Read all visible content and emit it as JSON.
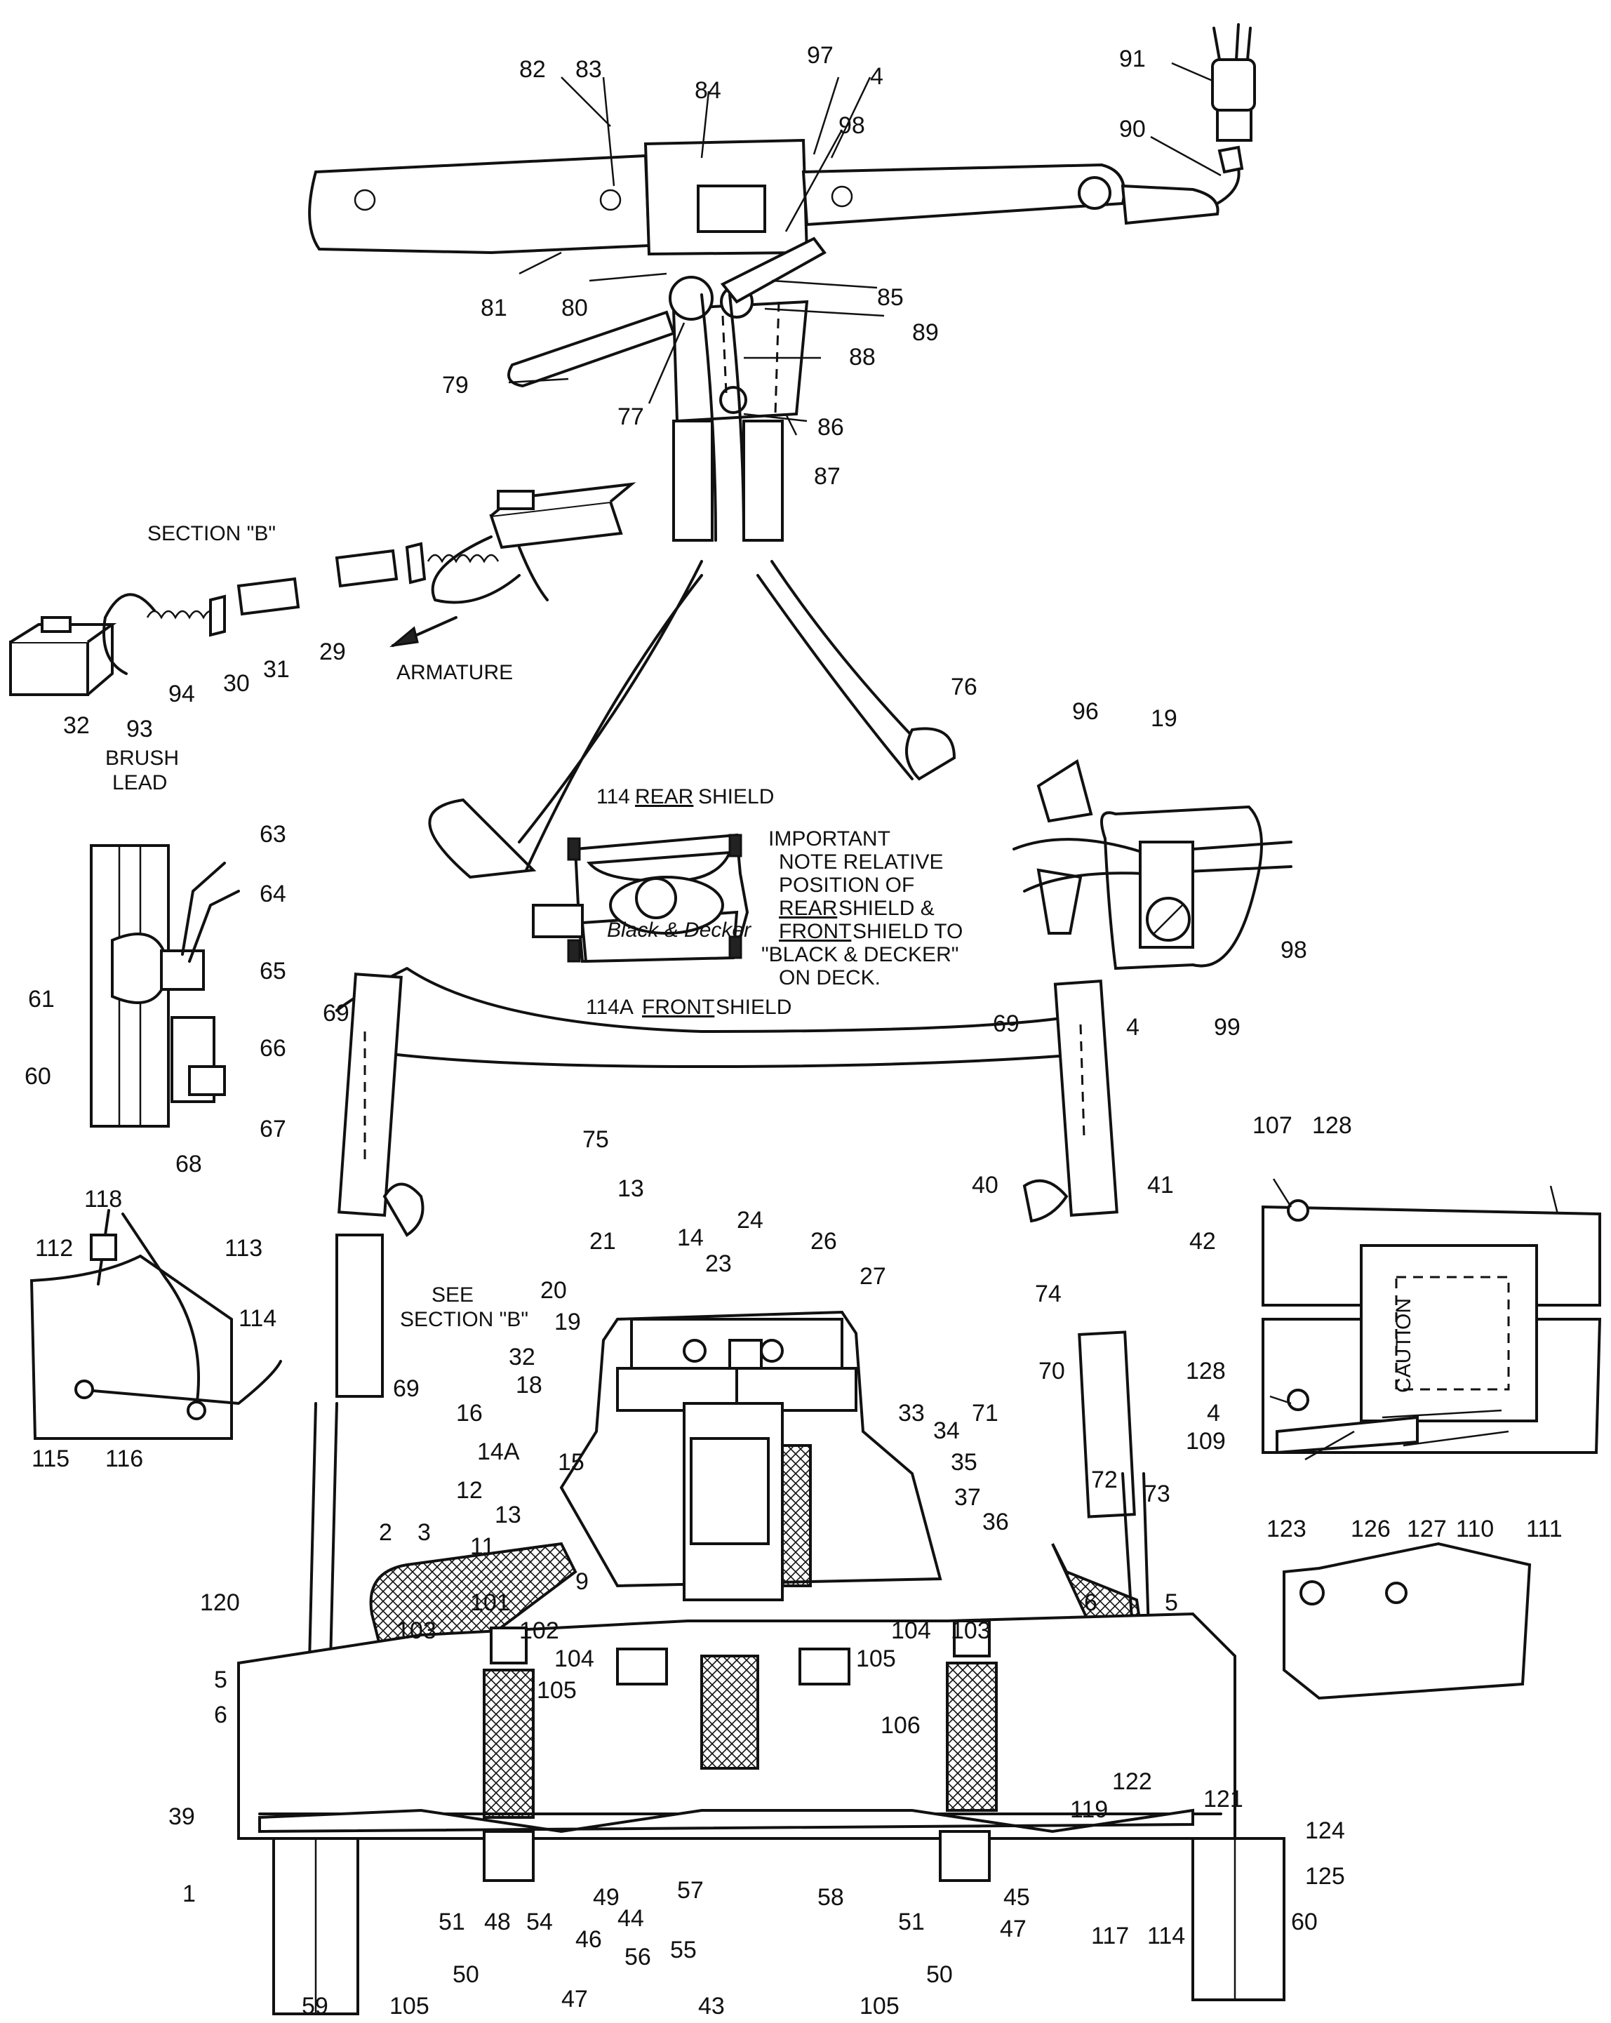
{
  "labels": {
    "p1": "1",
    "p2": "2",
    "p3": "3",
    "p4a": "4",
    "p4b": "4",
    "p4c": "4",
    "p5a": "5",
    "p5b": "5",
    "p6a": "6",
    "p6b": "6",
    "p9": "9",
    "p11": "11",
    "p12": "12",
    "p13a": "13",
    "p13b": "13",
    "p14": "14",
    "p14A": "14A",
    "p15": "15",
    "p16": "16",
    "p18": "18",
    "p19a": "19",
    "p19b": "19",
    "p20": "20",
    "p21": "21",
    "p23": "23",
    "p24": "24",
    "p26": "26",
    "p27": "27",
    "p29": "29",
    "p30": "30",
    "p31": "31",
    "p32a": "32",
    "p32b": "32",
    "p33": "33",
    "p34": "34",
    "p35": "35",
    "p36": "36",
    "p37": "37",
    "p39": "39",
    "p40": "40",
    "p41": "41",
    "p42": "42",
    "p43": "43",
    "p44": "44",
    "p45": "45",
    "p46": "46",
    "p47a": "47",
    "p47b": "47",
    "p48": "48",
    "p49": "49",
    "p50a": "50",
    "p50b": "50",
    "p51a": "51",
    "p51b": "51",
    "p54": "54",
    "p55": "55",
    "p56": "56",
    "p57": "57",
    "p58": "58",
    "p59": "59",
    "p60a": "60",
    "p60b": "60",
    "p61": "61",
    "p63": "63",
    "p64": "64",
    "p65": "65",
    "p66": "66",
    "p67": "67",
    "p68": "68",
    "p69a": "69",
    "p69b": "69",
    "p69c": "69",
    "p70": "70",
    "p71": "71",
    "p72": "72",
    "p73": "73",
    "p74": "74",
    "p75": "75",
    "p76": "76",
    "p77": "77",
    "p79": "79",
    "p80": "80",
    "p81": "81",
    "p82": "82",
    "p83": "83",
    "p84": "84",
    "p85": "85",
    "p86": "86",
    "p87": "87",
    "p88": "88",
    "p89": "89",
    "p90": "90",
    "p91": "91",
    "p93": "93",
    "p94": "94",
    "p96": "96",
    "p97": "97",
    "p98a": "98",
    "p98b": "98",
    "p99": "99",
    "p101": "101",
    "p102": "102",
    "p103a": "103",
    "p103b": "103",
    "p104a": "104",
    "p104b": "104",
    "p105a": "105",
    "p105b": "105",
    "p105c": "105",
    "p105d": "105",
    "p106": "106",
    "p107": "107",
    "p109": "109",
    "p110": "110",
    "p111": "111",
    "p112": "112",
    "p113": "113",
    "p114a": "114",
    "p114b": "114",
    "p115": "115",
    "p116": "116",
    "p117": "117",
    "p118": "118",
    "p119": "119",
    "p120": "120",
    "p121": "121",
    "p122": "122",
    "p123": "123",
    "p124": "124",
    "p125": "125",
    "p126": "126",
    "p127": "127",
    "p128a": "128",
    "p128b": "128"
  },
  "text": {
    "section_b": "SECTION \"B\"",
    "armature": "ARMATURE",
    "brush": "BRUSH",
    "lead": "LEAD",
    "see": "SEE",
    "section_b_ref": "SECTION \"B\"",
    "rear_shield_num": "114",
    "rear_shield": "REAR",
    "shield_word_1": "SHIELD",
    "front_shield_num": "114A",
    "front_shield": "FRONT",
    "shield_word_2": "SHIELD",
    "deck_logo": "Black & Decker",
    "caution": "CAUTION",
    "note_line1": "IMPORTANT",
    "note_line2": "NOTE RELATIVE",
    "note_line3": "POSITION OF",
    "note_line4a": "REAR",
    "note_line4b": " SHIELD &",
    "note_line5a": "FRONT",
    "note_line5b": " SHIELD TO",
    "note_line6": "\"BLACK & DECKER\"",
    "note_line7": "ON DECK."
  }
}
